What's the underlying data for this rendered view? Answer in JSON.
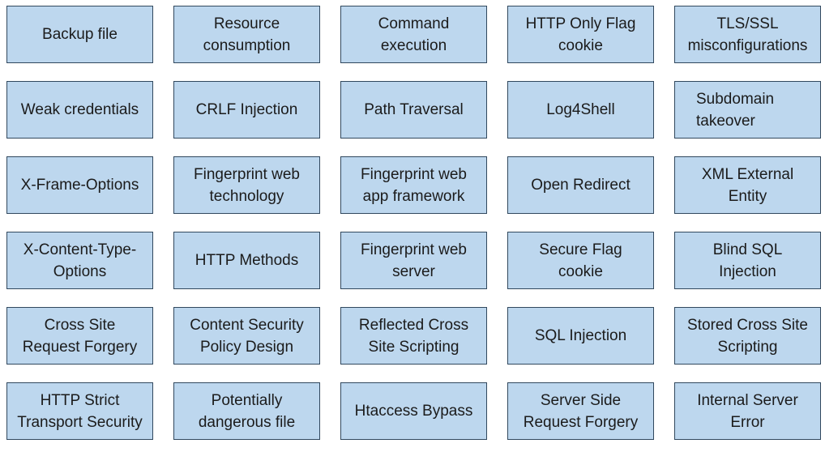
{
  "colors": {
    "tile_fill": "#BDD7EE",
    "tile_border": "#31485E",
    "text_color": "#1B1B1B",
    "page_bg": "#FFFFFF"
  },
  "cells": [
    {
      "label": "Backup file"
    },
    {
      "label": "Resource\nconsumption"
    },
    {
      "label": "Command\nexecution"
    },
    {
      "label": "HTTP Only Flag\ncookie"
    },
    {
      "label": "TLS/SSL\nmisconfigurations"
    },
    {
      "label": "Weak credentials"
    },
    {
      "label": "CRLF Injection"
    },
    {
      "label": "Path Traversal"
    },
    {
      "label": "Log4Shell"
    },
    {
      "label": "Subdomain\ntakeover",
      "align": "left"
    },
    {
      "label": "X-Frame-Options"
    },
    {
      "label": "Fingerprint web\ntechnology"
    },
    {
      "label": "Fingerprint web\napp framework"
    },
    {
      "label": "Open Redirect"
    },
    {
      "label": "XML External\nEntity"
    },
    {
      "label": "X-Content-Type-\nOptions"
    },
    {
      "label": "HTTP Methods"
    },
    {
      "label": "Fingerprint web\nserver"
    },
    {
      "label": "Secure Flag\ncookie"
    },
    {
      "label": "Blind SQL\nInjection"
    },
    {
      "label": "Cross Site\nRequest Forgery"
    },
    {
      "label": "Content Security\nPolicy Design"
    },
    {
      "label": "Reflected Cross\nSite Scripting"
    },
    {
      "label": "SQL Injection"
    },
    {
      "label": "Stored Cross Site\nScripting"
    },
    {
      "label": "HTTP Strict\nTransport Security"
    },
    {
      "label": "Potentially\ndangerous file"
    },
    {
      "label": "Htaccess Bypass"
    },
    {
      "label": "Server Side\nRequest Forgery"
    },
    {
      "label": "Internal Server\nError"
    }
  ]
}
